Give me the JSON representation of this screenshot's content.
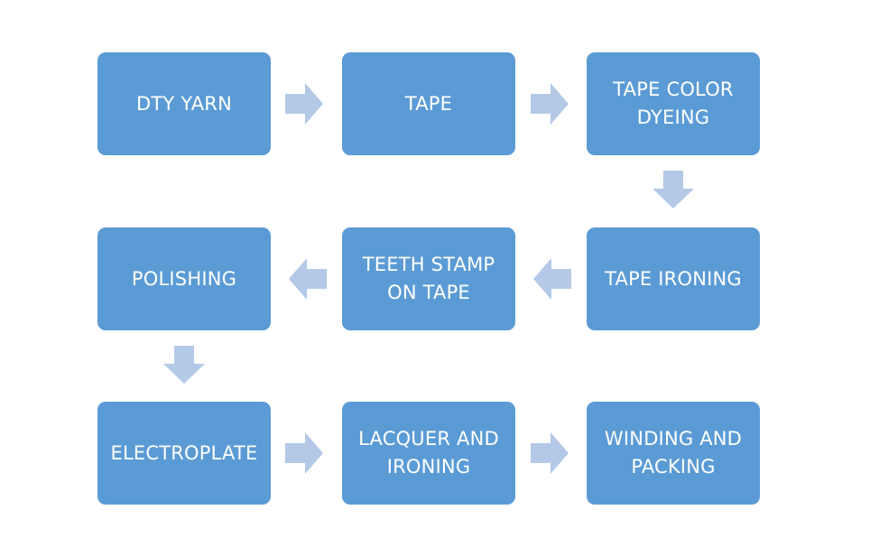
{
  "colors": {
    "box_fill": "#5b9bd5",
    "box_text": "#ffffff",
    "arrow_fill": "#b4c9e7",
    "background": "#ffffff"
  },
  "steps": [
    {
      "label": "DTY YARN"
    },
    {
      "label": "TAPE"
    },
    {
      "label": "TAPE COLOR DYEING"
    },
    {
      "label": "TAPE IRONING"
    },
    {
      "label": "TEETH STAMP ON TAPE"
    },
    {
      "label": "POLISHING"
    },
    {
      "label": "ELECTROPLATE"
    },
    {
      "label": "LACQUER AND IRONING"
    },
    {
      "label": "WINDING AND PACKING"
    }
  ],
  "arrows": [
    {
      "direction": "right",
      "icon": "arrow-right-icon"
    },
    {
      "direction": "right",
      "icon": "arrow-right-icon"
    },
    {
      "direction": "down",
      "icon": "arrow-down-icon"
    },
    {
      "direction": "left",
      "icon": "arrow-left-icon"
    },
    {
      "direction": "left",
      "icon": "arrow-left-icon"
    },
    {
      "direction": "down",
      "icon": "arrow-down-icon"
    },
    {
      "direction": "right",
      "icon": "arrow-right-icon"
    },
    {
      "direction": "right",
      "icon": "arrow-right-icon"
    }
  ]
}
